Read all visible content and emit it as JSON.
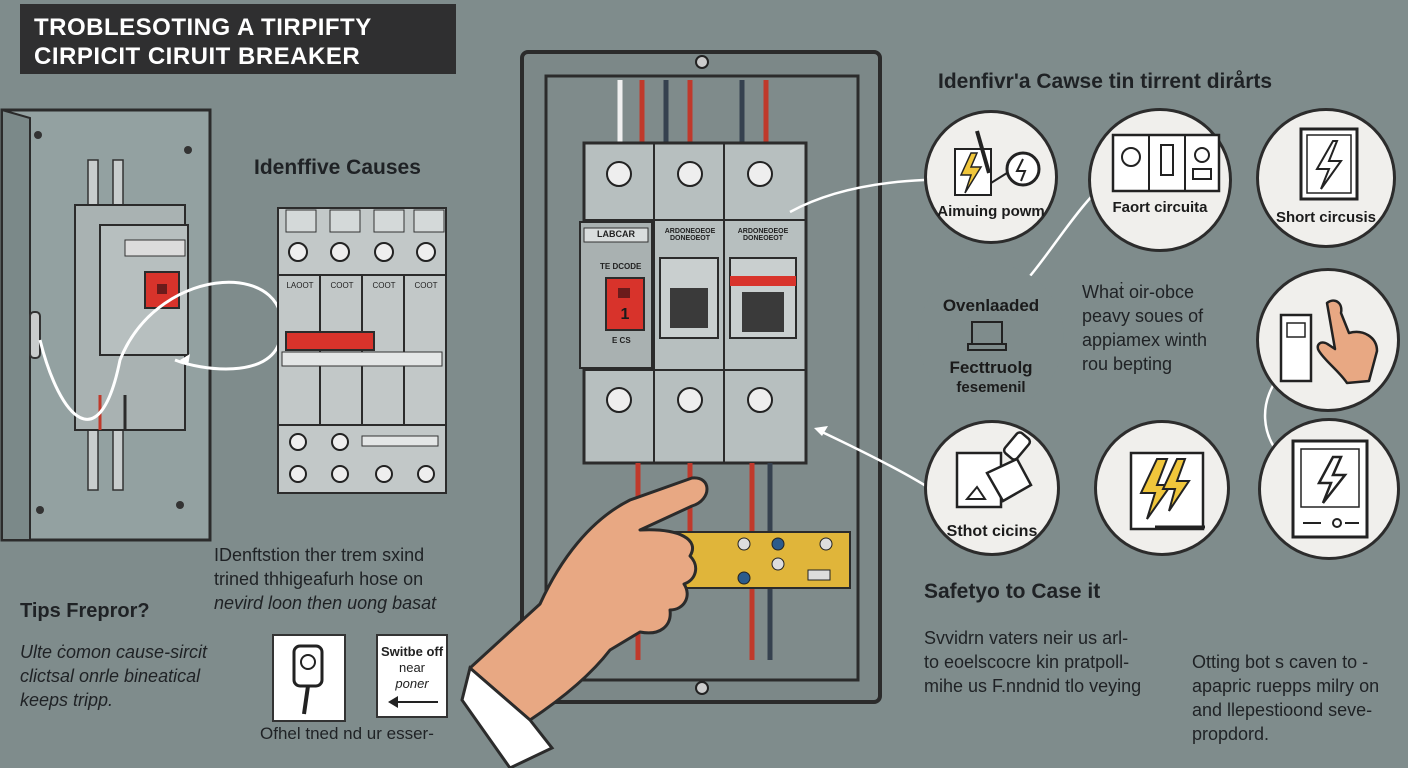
{
  "title": {
    "line1": "TROBLESOTING A TIRPIFTY",
    "line2": "CIRPICIT CIRUIT BREAKER"
  },
  "left": {
    "causes_heading": "Idenffive Causes",
    "middle_text": [
      "IDenftstion ther trem sxind",
      "trined thhigeafurh hose on",
      "nevird loon then uong basat"
    ],
    "tips_heading": "Tips Frepror?",
    "tips_text": [
      "Ulte ċomon cause-sircit",
      "clictsal onrle bineatical",
      "keeps tripp."
    ],
    "switch_card": [
      "Switbe off",
      "near",
      "poner"
    ],
    "footer_caption": "Ofhel tned nd ur esser-"
  },
  "panel": {
    "breaker_label_left": "LABCAR",
    "breaker_label_mid": "ARDONEOEOE\nDONEOEOT",
    "breaker_label_right": "ARDONEOEOE\nDONEOEOT",
    "breaker_sub": "TE DCODE",
    "handle_number": "1",
    "small_label": "E CS",
    "module_labels": [
      "LAOOT",
      "COOT",
      "COOT",
      "COOT"
    ]
  },
  "right": {
    "heading": "Idenfivr'a Cawse tin tirrent dirårts",
    "circle1_label": "Aimuing powm",
    "circle2_label": "Faort circuita",
    "circle3_label": "Short circusis",
    "overloaded": "Ovenlaaded",
    "fect_label": [
      "Fecttruolg",
      "fesemenil"
    ],
    "what_text": [
      "Whaṫ oir-obce",
      "peavy soues of",
      "appiamex winth",
      "rou bepting"
    ],
    "circle4_label": "Sthot cicins",
    "safety_heading": "Safetyo to Case it",
    "safety_text": [
      "Svvidrn vaters neir us arl-",
      "to eoelscocre kin pratpoll-",
      "mihe us F.nndnid tlo veying"
    ],
    "safety_text2": [
      "Otting bot s caven to -",
      "apapric ruepps milry on",
      "and llepestioond seve-",
      "propdord."
    ]
  },
  "colors": {
    "background": "#7f8c8c",
    "title_bg": "#2f2f30",
    "breaker_red": "#d8332b",
    "busbar_yellow": "#e0b53a",
    "hand_skin": "#e8a883",
    "lightning_yellow": "#f0c63b"
  },
  "icons": [
    "lightning-icon",
    "meter-icon",
    "panel-icon",
    "hand-pointer-icon",
    "plug-icon",
    "arrow-icon"
  ]
}
